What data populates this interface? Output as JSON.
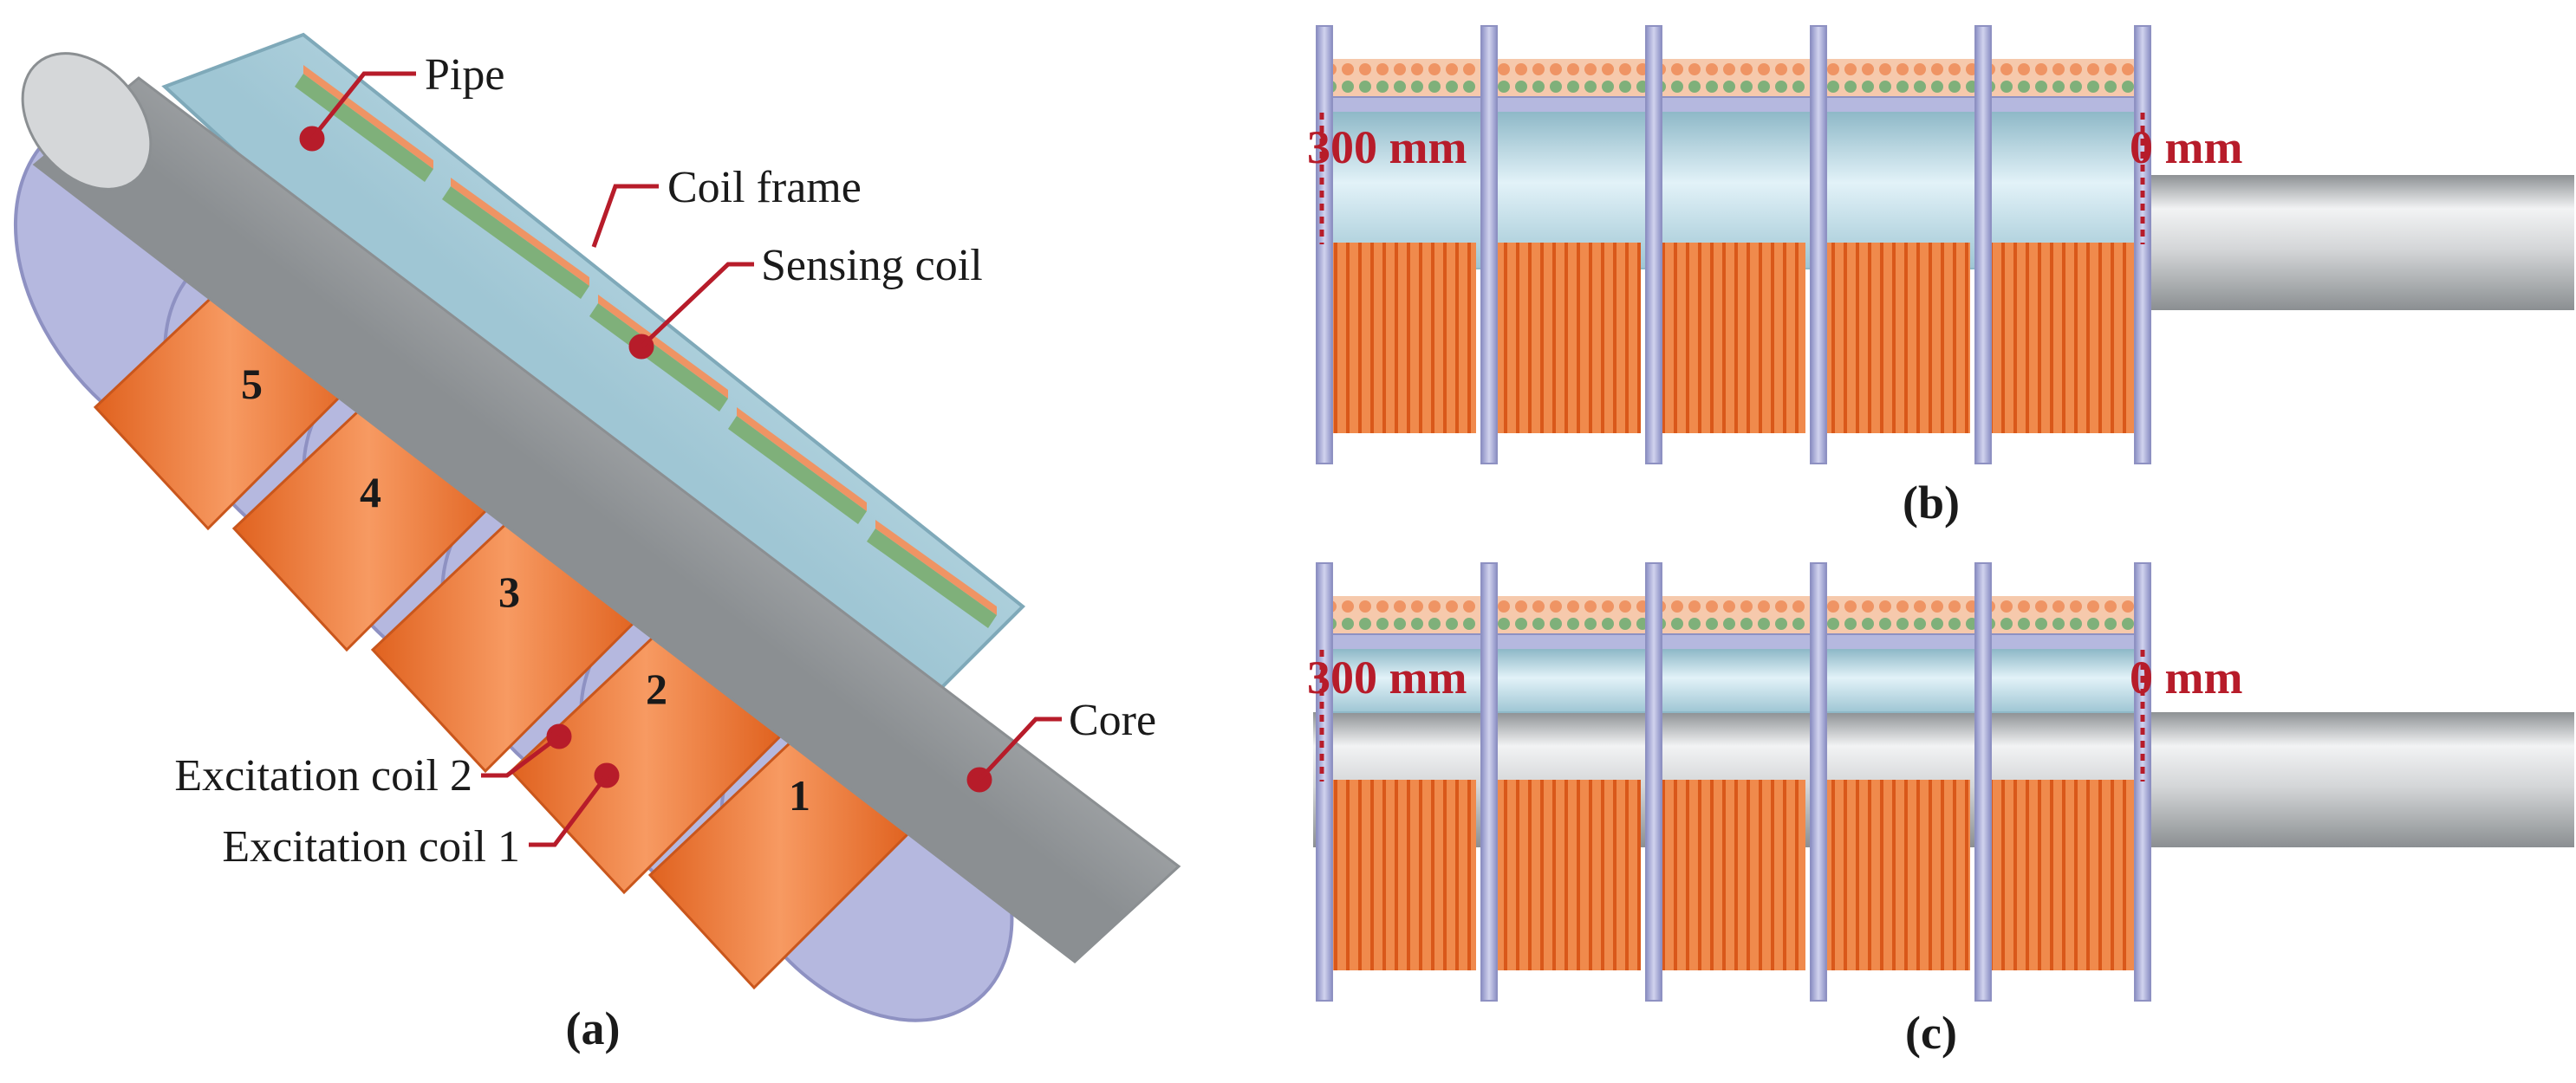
{
  "panel_a": {
    "labels": {
      "pipe": "Pipe",
      "coil_frame": "Coil frame",
      "sensing_coil": "Sensing coil",
      "core": "Core",
      "excitation_coil_2": "Excitation coil 2",
      "excitation_coil_1": "Excitation coil 1"
    },
    "coil_numbers": [
      "1",
      "2",
      "3",
      "4",
      "5"
    ],
    "caption": "(a)"
  },
  "panel_b": {
    "left_mark": "300 mm",
    "right_mark": "0 mm",
    "caption": "(b)"
  },
  "panel_c": {
    "left_mark": "300 mm",
    "right_mark": "0 mm",
    "caption": "(c)"
  },
  "colors": {
    "callout_red": "#b71c2a",
    "coil_orange": "#f07a3c",
    "frame_lavender": "#a9acd8",
    "pipe_blue": "#bcdbe7",
    "core_gray": "#cfd1d3",
    "sensing_green": "#6aa86a"
  }
}
